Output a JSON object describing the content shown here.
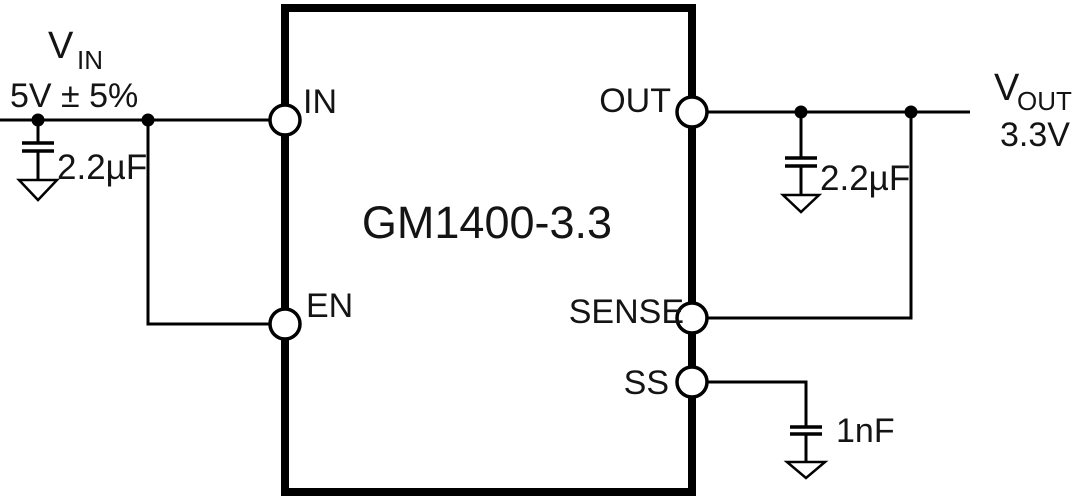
{
  "ic": {
    "part_number": "GM1400-3.3",
    "pins": {
      "in": "IN",
      "en": "EN",
      "out": "OUT",
      "sense": "SENSE",
      "ss": "SS"
    }
  },
  "input": {
    "net_symbol": "V",
    "net_subscript": "IN",
    "spec": "5V ± 5%",
    "capacitor_value": "2.2µF"
  },
  "output": {
    "net_symbol": "V",
    "net_subscript": "OUT",
    "voltage": "3.3V",
    "capacitor_value": "2.2µF"
  },
  "soft_start": {
    "capacitor_value": "1nF"
  },
  "colors": {
    "line": "#000000",
    "background": "#ffffff",
    "text": "#141414"
  }
}
